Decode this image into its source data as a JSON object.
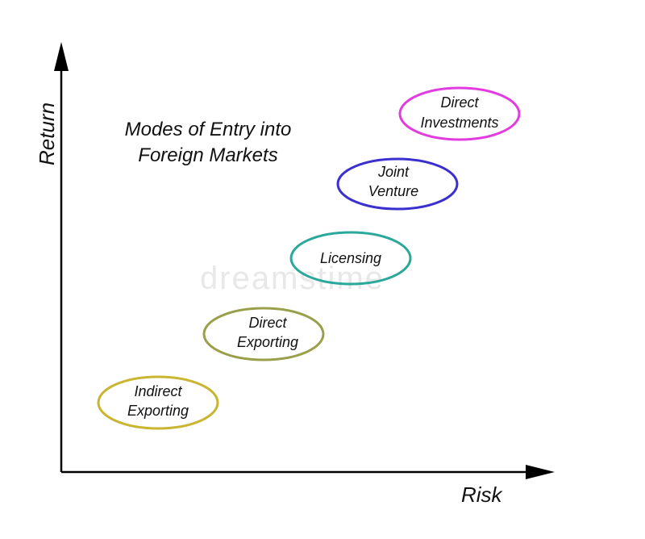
{
  "diagram": {
    "title_lines": [
      "Modes of Entry into",
      "Foreign Markets"
    ],
    "y_axis_label": "Return",
    "x_axis_label": "Risk",
    "watermark": "dreamstime",
    "nodes": [
      {
        "id": "indirect-exporting",
        "lines": [
          "Indirect",
          "Exporting"
        ],
        "color": "#c9b52f"
      },
      {
        "id": "direct-exporting",
        "lines": [
          "Direct",
          "Exporting"
        ],
        "color": "#9aa04a"
      },
      {
        "id": "licensing",
        "lines": [
          "Licensing"
        ],
        "color": "#2aa89a"
      },
      {
        "id": "joint-venture",
        "lines": [
          "Joint",
          "Venture"
        ],
        "color": "#3b2fd0"
      },
      {
        "id": "direct-investments",
        "lines": [
          "Direct",
          "Investments"
        ],
        "color": "#e23be0"
      }
    ]
  }
}
